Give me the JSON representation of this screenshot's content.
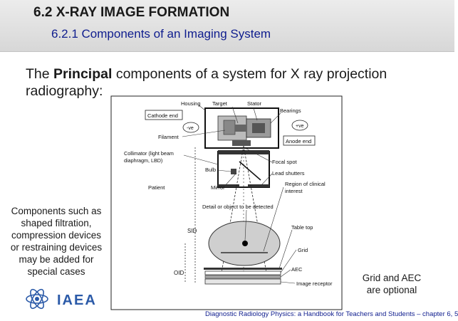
{
  "header": {
    "title": "6.2 X-RAY IMAGE FORMATION",
    "subtitle": "6.2.1 Components of an Imaging System"
  },
  "intro": {
    "prefix": "The ",
    "bold": "Principal",
    "rest": " components of a system for X ray projection radiography:"
  },
  "diagram": {
    "labels": {
      "housing": "Housing",
      "target": "Target",
      "stator": "Stator",
      "bearings": "Bearings",
      "cathode_end": "Cathode end",
      "neg": "-ve",
      "pos": "+ve",
      "filament": "Filament",
      "anode_end": "Anode end",
      "collimator_1": "Collimator (light beam",
      "collimator_2": "diaphragm, LBD)",
      "focal_spot": "Focal spot",
      "bulb": "Bulb",
      "lead_shutters": "Lead shutters",
      "patient": "Patient",
      "mirror": "Mirror",
      "region_1": "Region of clinical",
      "region_2": "interest",
      "detail": "Detail or object to be detected",
      "table_top": "Table top",
      "sid": "SID",
      "grid": "Grid",
      "oid": "OID",
      "aec": "AEC",
      "image_receptor": "Image receptor"
    }
  },
  "notes": {
    "left": [
      "Components such as",
      "shaped filtration,",
      "compression devices",
      "or restraining devices",
      "may be added for",
      "special cases"
    ],
    "right": [
      "Grid and AEC",
      "are optional"
    ]
  },
  "logo": {
    "text": "IAEA",
    "color": "#2b5aa8"
  },
  "footer": {
    "text": "Diagnostic Radiology Physics: a Handbook for Teachers and Students – chapter 6, 5"
  }
}
